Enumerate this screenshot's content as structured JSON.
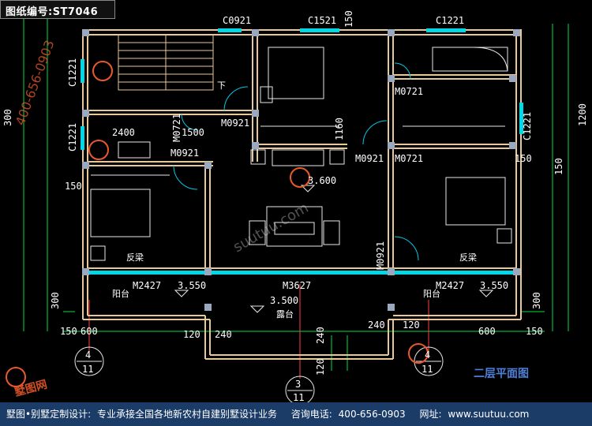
{
  "drawing_code": "图纸编号:ST7046",
  "plan_title": "二层平面图",
  "footer": {
    "brand": "墅图•别墅定制设计:",
    "service": "专业承接全国各地新农村自建别墅设计业务",
    "phone_label": "咨询电话:",
    "phone": "400-656-0903",
    "site_label": "网址:",
    "site": "www.suutuu.com"
  },
  "labels": {
    "window_c0921": "C0921",
    "window_c1521": "C1521",
    "window_c1221_top": "C1221",
    "window_c1221_left_a": "C1221",
    "window_c1221_left_b": "C1221",
    "window_c1221_right": "C1221",
    "door_m0721_a": "M0721",
    "door_m0721_b": "M0721",
    "door_m0721_c": "M0721",
    "door_m0921_a": "M0921",
    "door_m0921_b": "M0921",
    "door_m0921_c": "M0921",
    "door_m0921_d": "M0921",
    "door_m2427_left": "M2427",
    "door_m2427_right": "M2427",
    "door_m3627": "M3627",
    "fanliang_left": "反梁",
    "fanliang_right": "反梁",
    "balcony_left": "阳台",
    "balcony_right": "阳台",
    "terrace": "露台",
    "stair_down": "下"
  },
  "elevations": {
    "hall": "3.600",
    "balcony_left": "3.550",
    "balcony_right": "3.550",
    "terrace": "3.500"
  },
  "dimensions": {
    "d150_top": "150",
    "d2400": "2400",
    "d1500": "1500",
    "d1160": "1160",
    "d150_left": "150",
    "d150_right": "150",
    "d300_left": "300",
    "d300_left_b": "300",
    "d300_right": "300",
    "d150_bot_l": "150",
    "d600_l": "600",
    "d120_l": "120",
    "d240_l": "240",
    "d240_r": "240",
    "d120_r": "120",
    "d600_r": "600",
    "d150_bot_r": "150",
    "d150_v_r": "150",
    "d1200_r": "1200",
    "d240_v": "240",
    "d120_v": "120"
  },
  "axis_marks": {
    "left_num": "4",
    "left_den": "11",
    "mid_num": "3",
    "mid_den": "11",
    "right_num": "4",
    "right_den": "11"
  },
  "watermark": {
    "brand": "墅图网",
    "phone": "400-656-0903",
    "site": "suutuu.com"
  },
  "colors": {
    "wall": "#e8c896",
    "window": "#00d8e8",
    "column": "#9aa8c0",
    "dimension": "#00e040",
    "axis_line": "#ff4040",
    "door_arc": "#00c8e8",
    "watermark": "#e85a2a"
  }
}
